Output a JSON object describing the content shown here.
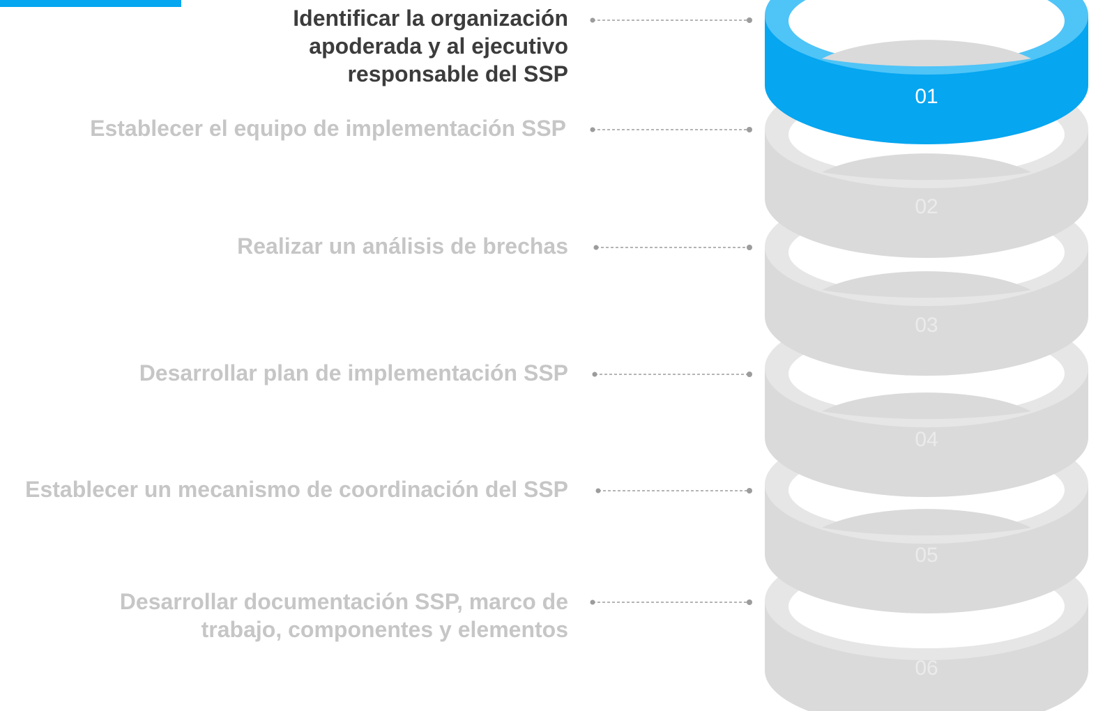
{
  "colors": {
    "active_ring": "#06a6f0",
    "active_ring_rim": "#4fc4f7",
    "inactive_ring": "#dadada",
    "inactive_ring_rim": "#e6e6e6",
    "active_text": "#3c3c3c",
    "inactive_text": "#c6c6c6",
    "connector": "#9c9c9c"
  },
  "steps": [
    {
      "number": "01",
      "label": "Identificar la organización apoderada y al ejecutivo responsable del SSP",
      "active": true
    },
    {
      "number": "02",
      "label": "Establecer el equipo de implementación SSP",
      "active": false
    },
    {
      "number": "03",
      "label": "Realizar un análisis de brechas",
      "active": false
    },
    {
      "number": "04",
      "label": "Desarrollar plan de implementación SSP",
      "active": false
    },
    {
      "number": "05",
      "label": "Establecer un mecanismo de coordinación del SSP",
      "active": false
    },
    {
      "number": "06",
      "label": "Desarrollar documentación SSP, marco de trabajo, componentes y elementos",
      "active": false
    }
  ]
}
